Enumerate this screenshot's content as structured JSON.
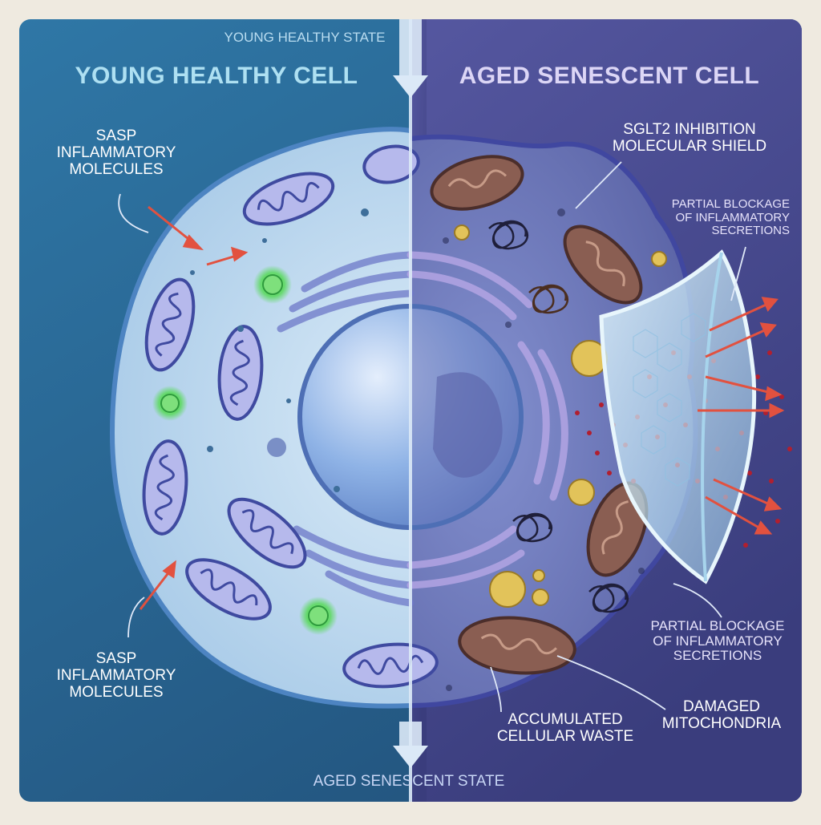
{
  "header": {
    "top_state": "YOUNG HEALTHY STATE",
    "left_title": "YOUNG HEALTHY CELL",
    "right_title": "AGED SENESCENT CELL",
    "bottom_state": "AGED SENESCENT STATE"
  },
  "callouts": {
    "sasp_top": "SASP\nINFLAMMATORY\nMOLECULES",
    "sasp_bottom": "SASP\nINFLAMMATORY\nMOLECULES",
    "sglt2": "SGLT2 INHIBITION\nMOLECULAR SHIELD",
    "partial_top": "PARTIAL BLOCKAGE\nOF INFLAMMATORY\nSECRETIONS",
    "partial_bottom": "PARTIAL BLOCKAGE\nOF INFLAMMATORY\nSECRETIONS",
    "waste": "ACCUMULATED\nCELLULAR WASTE",
    "mito": "DAMAGED\nMITOCHONDRIA"
  },
  "colors": {
    "left_panel": "#2e6b98",
    "right_panel": "#4a4d8f",
    "healthy_cytoplasm": "#c8e1f2",
    "senescent_cytoplasm": "#6f78b8",
    "nucleus": "#8fb3e6",
    "healthy_mitochondria": "#b6b9ec",
    "damaged_mitochondria": "#8a5e52",
    "shield": "#bfe3f4",
    "sasp_arrow": "#e2513f",
    "sasp_dot": "#b11f2f",
    "vesicle_green": "#63d96a",
    "waste_yellow": "#e2c35a"
  }
}
